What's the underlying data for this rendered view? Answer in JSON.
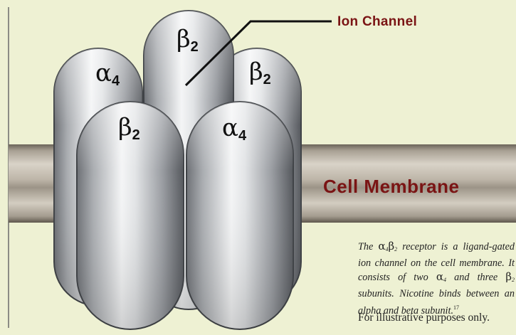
{
  "labels": {
    "ion_channel": "Ion Channel",
    "cell_membrane": "Cell Membrane"
  },
  "subunits": {
    "back_center": {
      "letter": "β",
      "sub": "2"
    },
    "back_left": {
      "letter": "α",
      "sub": "4"
    },
    "back_right": {
      "letter": "β",
      "sub": "2"
    },
    "front_left": {
      "letter": "β",
      "sub": "2"
    },
    "front_right": {
      "letter": "α",
      "sub": "4"
    }
  },
  "caption": {
    "p1": "The ",
    "alpha": "α",
    "alpha_sub": "4",
    "beta": "β",
    "beta_sub": "2",
    "p2": " receptor is a ligand-gated ion channel on the cell membrane. It consists of two ",
    "p3": " and three ",
    "p4": " subunits. Nicotine binds between an alpha and beta subunit.",
    "ref": "17"
  },
  "disclaimer": "For illustrative purposes only.",
  "colors": {
    "background": "#eef1d3",
    "label_red": "#7a1414",
    "membrane": "#c8c0b2"
  }
}
